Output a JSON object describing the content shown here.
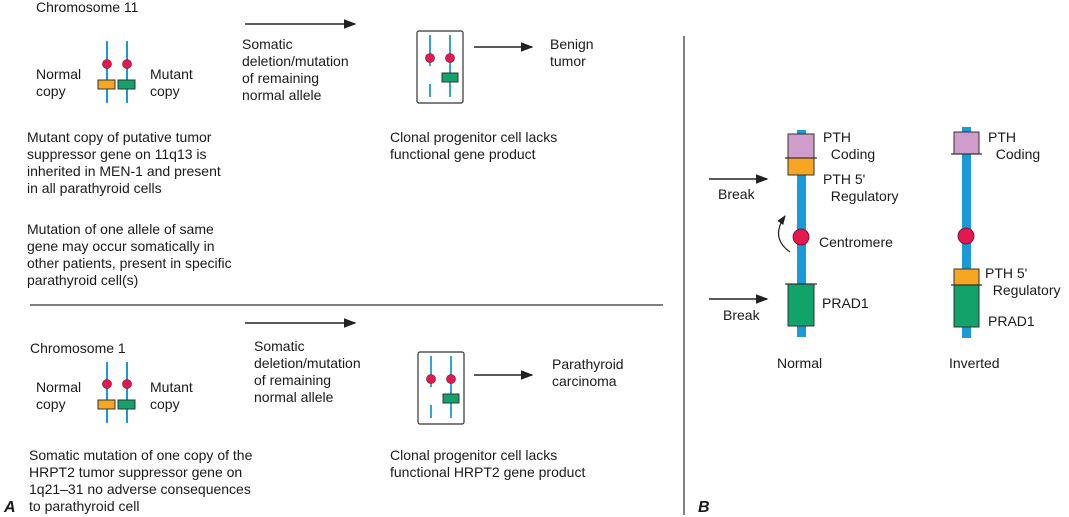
{
  "colors": {
    "chromatid": "#1a9ad6",
    "centromere": "#e5174f",
    "normal_gene": "#f6a623",
    "mutant_gene": "#12a36a",
    "pth_coding": "#cf9ccb",
    "pth_regulatory": "#f6a623",
    "prad1": "#12a36a",
    "line": "#222222",
    "divider": "#555555"
  },
  "panelA": {
    "label": "A",
    "top": {
      "chromosome_title": "Chromosome 11",
      "normal_label": "Normal\ncopy",
      "mutant_label": "Mutant\ncopy",
      "step_label": "Somatic\ndeletion/mutation\nof remaining\nnormal allele",
      "outcome": "Benign\ntumor",
      "description1": "Mutant copy of putative tumor\nsuppressor gene on 11q13 is\ninherited in MEN-1 and present\nin all parathyroid cells",
      "description2": "Mutation of one allele of same\ngene may occur somatically in\nother patients, present in specific\nparathyroid cell(s)",
      "clone_caption": "Clonal progenitor cell lacks\nfunctional gene product"
    },
    "bottom": {
      "chromosome_title": "Chromosome 1",
      "normal_label": "Normal\ncopy",
      "mutant_label": "Mutant\ncopy",
      "step_label": "Somatic\ndeletion/mutation\nof remaining\nnormal allele",
      "outcome": "Parathyroid\ncarcinoma",
      "description": "Somatic mutation of one copy of the\nHRPT2 tumor suppressor gene on\n1q21–31 no adverse consequences\nto parathyroid cell",
      "clone_caption": "Clonal progenitor cell lacks\nfunctional HRPT2 gene product"
    }
  },
  "panelB": {
    "label": "B",
    "normal": {
      "caption": "Normal",
      "pth_coding": "PTH\n  Coding",
      "pth_regulatory": "PTH 5'\n  Regulatory",
      "centromere": "Centromere",
      "prad1": "PRAD1",
      "break1": "Break",
      "break2": "Break"
    },
    "inverted": {
      "caption": "Inverted",
      "pth_coding": "PTH\n  Coding",
      "pth_regulatory": "PTH 5'\n  Regulatory",
      "prad1": "PRAD1"
    }
  }
}
